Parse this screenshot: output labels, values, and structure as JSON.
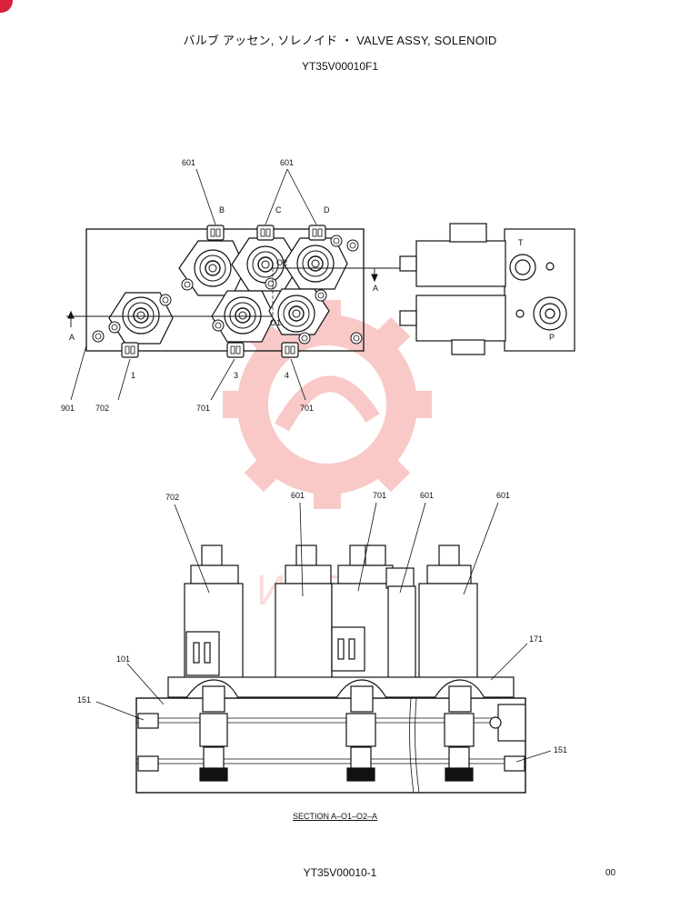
{
  "header": {
    "title": "バルブ アッセン, ソレノイド ・ VALVE ASSY, SOLENOID",
    "code": "YT35V00010F1"
  },
  "top_view": {
    "callouts": {
      "c601a": "601",
      "c601b": "601",
      "b": "B",
      "c": "C",
      "d": "D",
      "o2": "O2",
      "o1": "O1",
      "a_left": "A",
      "a_right": "A",
      "n1": "1",
      "n3": "3",
      "n4": "4",
      "c901": "901",
      "c702": "702",
      "c701a": "701",
      "c701b": "701"
    },
    "side_labels": {
      "t": "T",
      "p": "P"
    }
  },
  "section_view": {
    "callouts": {
      "c702": "702",
      "c601a": "601",
      "c701": "701",
      "c601b": "601",
      "c601c": "601",
      "c171": "171",
      "c101": "101",
      "c151a": "151",
      "c151b": "151"
    },
    "caption": "SECTION  A–O1–O2–A"
  },
  "watermark": {
    "text": "ИНТЕХ"
  },
  "footer": {
    "code": "YT35V00010-1",
    "revision": "00"
  },
  "colors": {
    "ink": "#111111",
    "watermark": "#e8413a",
    "corner": "#d8223b"
  }
}
